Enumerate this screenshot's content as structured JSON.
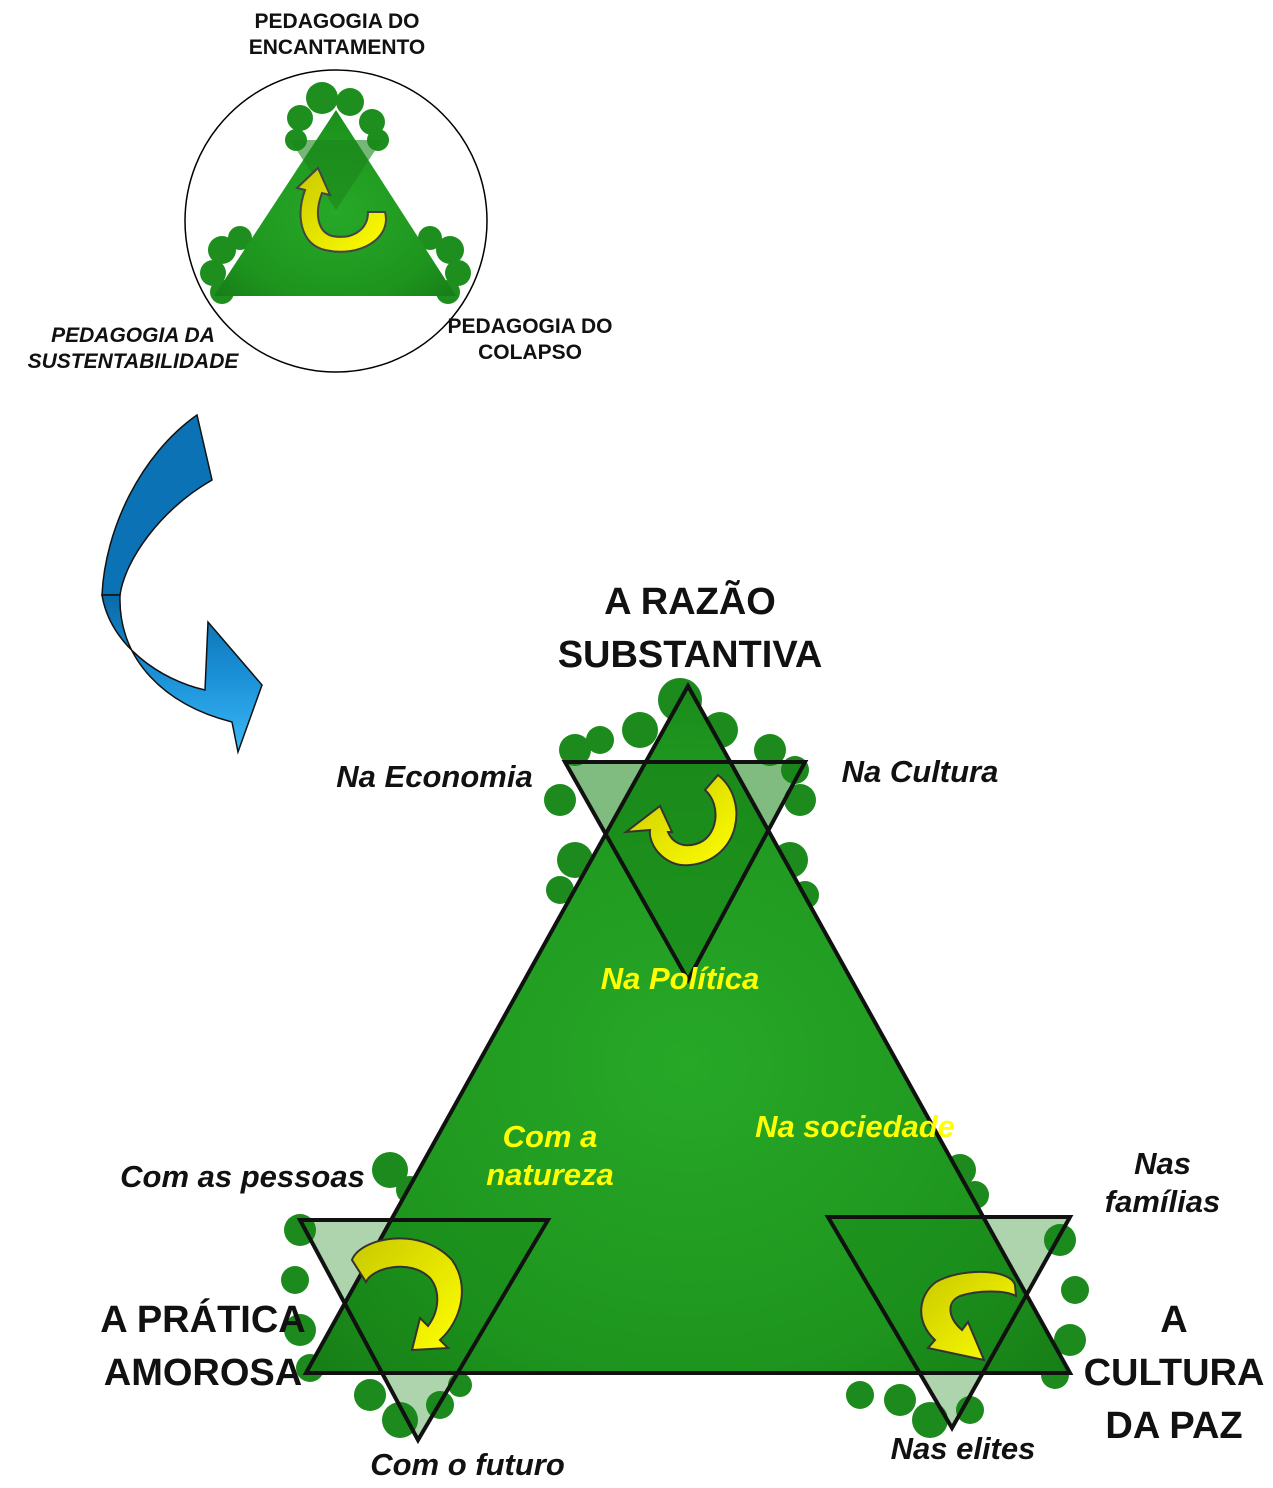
{
  "small_diagram": {
    "top_label": "PEDAGOGIA DO ENCANTAMENTO",
    "left_label": "PEDAGOGIA DA SUSTENTABILIDADE",
    "right_label": "PEDAGOGIA DO COLAPSO"
  },
  "large_diagram": {
    "top_vertex": "A RAZÃO SUBSTANTIVA",
    "left_vertex": "A PRÁTICA AMOROSA",
    "right_vertex": "A CULTURA DA PAZ",
    "top_star": {
      "left": "Na Economia",
      "right": "Na Cultura",
      "bottom": "Na Política"
    },
    "left_star": {
      "top": "Com as pessoas",
      "inner": "Com a natureza",
      "bottom": "Com o futuro"
    },
    "right_star": {
      "top": "Nas famílias",
      "inner": "Na sociedade",
      "bottom": "Nas elites"
    }
  },
  "colors": {
    "green": "#1f9b1f",
    "dark_green": "#167a16",
    "yellow_arrow": "#ffff00",
    "blue_arrow": "#1a8fd6"
  }
}
